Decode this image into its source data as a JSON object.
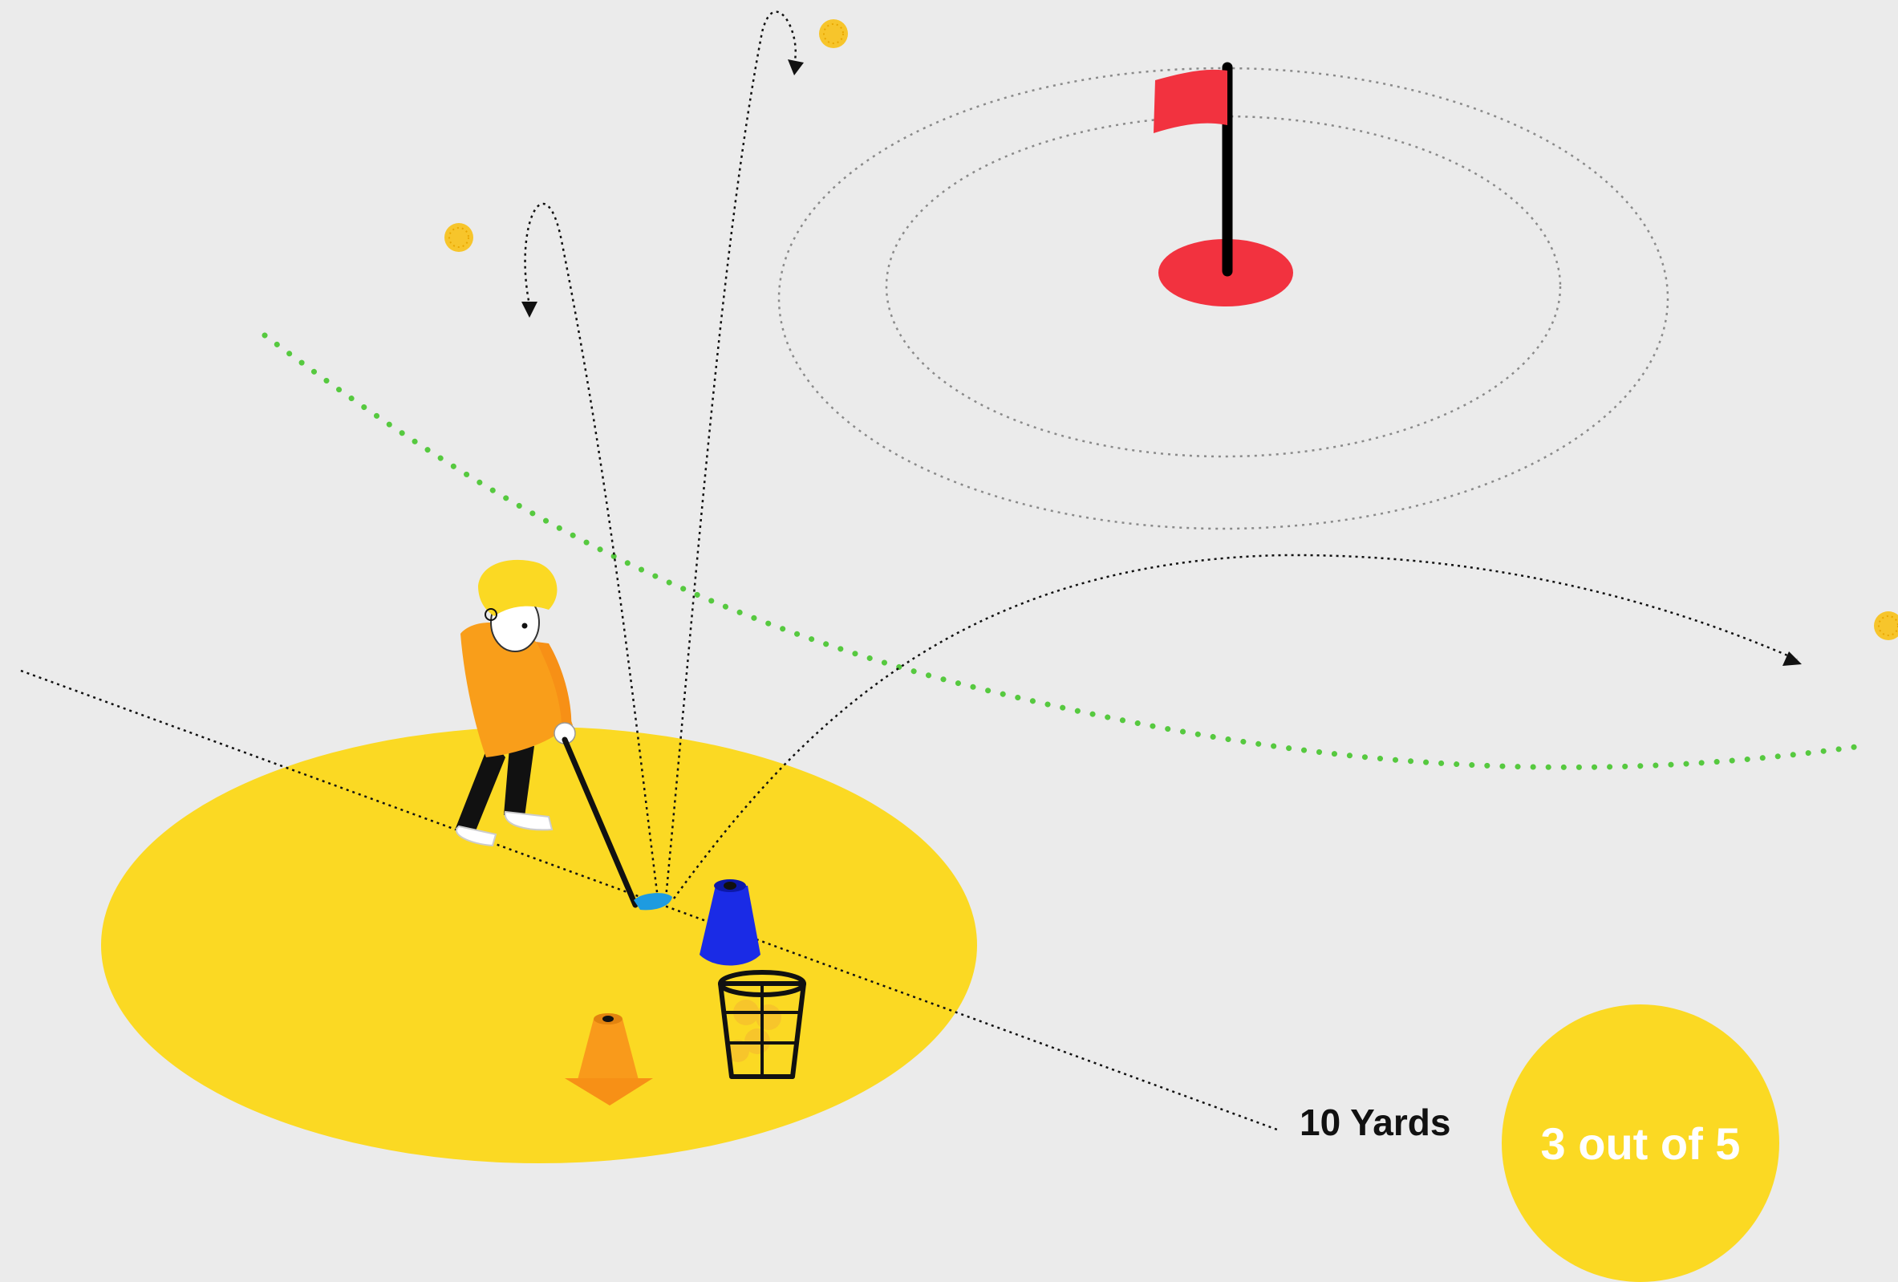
{
  "distance_label": "10 Yards",
  "score_label": "3 out of 5",
  "colors": {
    "background": "#ebebeb",
    "tee_area": "#fbd923",
    "flag": "#f2323f",
    "hole": "#f2323f",
    "target_line": "#56c93f",
    "ball": "#f7c52b",
    "player_shirt": "#f99e1a",
    "blue_cone": "#1a2be6",
    "orange_cone": "#f99a1b",
    "club_head": "#1e9be0"
  },
  "icons": [
    "golfer-figure",
    "flag-pin",
    "traffic-cone",
    "ball-basket",
    "golf-ball"
  ]
}
